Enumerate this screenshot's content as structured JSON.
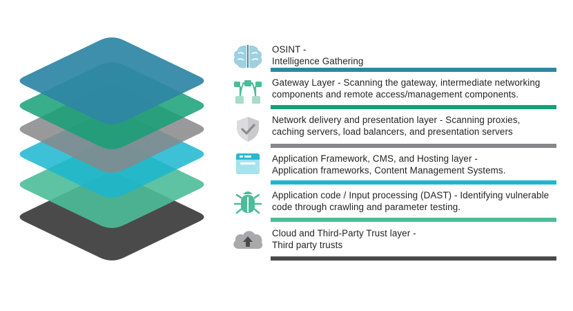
{
  "layers": [
    {
      "id": "osint",
      "icon": "brain-icon",
      "color": "#2e87a5",
      "lines": [
        "OSINT -",
        "Intelligence Gathering"
      ]
    },
    {
      "id": "gateway",
      "icon": "network-nodes-icon",
      "color": "#16a075",
      "lines": [
        "Gateway Layer - Scanning the gateway, intermediate networking",
        "components and remote access/management components."
      ]
    },
    {
      "id": "network-delivery",
      "icon": "shield-check-icon",
      "color": "#878789",
      "lines": [
        "Network delivery and presentation layer - Scanning proxies,",
        "caching servers, load balancers, and presentation servers"
      ]
    },
    {
      "id": "app-framework",
      "icon": "browser-window-icon",
      "color": "#1bb6cf",
      "lines": [
        "Application Framework, CMS, and Hosting layer -",
        "Application frameworks, Content Management Systems."
      ]
    },
    {
      "id": "app-code",
      "icon": "bug-icon",
      "color": "#4dbc98",
      "lines": [
        "Application code / Input processing (DAST) - Identifying vulnerable",
        "code through crawling and parameter testing."
      ]
    },
    {
      "id": "cloud",
      "icon": "cloud-upload-icon",
      "color": "#4a4a4a",
      "lines": [
        "Cloud and Third-Party Trust layer -",
        "Third party trusts"
      ]
    }
  ]
}
